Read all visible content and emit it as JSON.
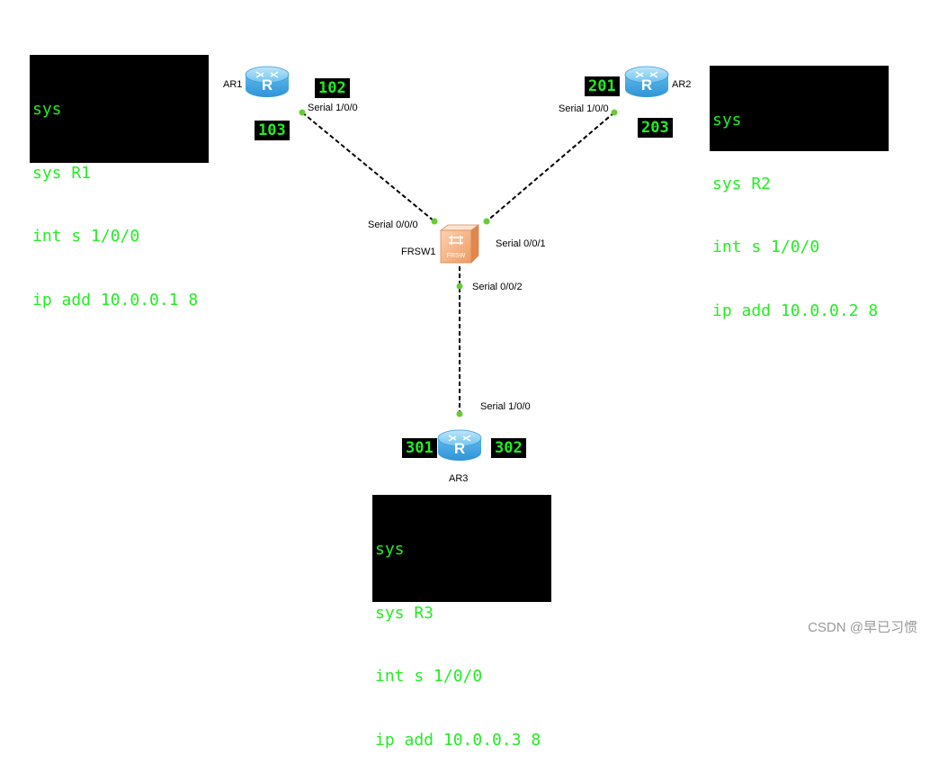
{
  "routers": [
    {
      "name": "AR1",
      "icon": "router-icon"
    },
    {
      "name": "AR2",
      "icon": "router-icon"
    },
    {
      "name": "AR3",
      "icon": "router-icon"
    }
  ],
  "frsw": {
    "name": "FRSW1",
    "icon": "frame-relay-switch-icon",
    "badge": "FRSW"
  },
  "router_glyph": "R",
  "ports": {
    "ar1": "Serial 1/0/0",
    "ar2": "Serial 1/0/0",
    "ar3": "Serial 1/0/0",
    "frsw_p0": "Serial 0/0/0",
    "frsw_p1": "Serial 0/0/1",
    "frsw_p2": "Serial 0/0/2"
  },
  "dlci": {
    "ar1_a": "102",
    "ar1_b": "103",
    "ar2_a": "201",
    "ar2_b": "203",
    "ar3_a": "301",
    "ar3_b": "302"
  },
  "terminals": {
    "r1": [
      "sys",
      "sys R1",
      "int s 1/0/0",
      "ip add 10.0.0.1 8"
    ],
    "r2": [
      "sys",
      "sys R2",
      "int s 1/0/0",
      "ip add 10.0.0.2 8"
    ],
    "r3": [
      "sys",
      "sys R3",
      "int s 1/0/0",
      "ip add 10.0.0.3 8"
    ]
  },
  "watermark": "CSDN @早已习惯",
  "colors": {
    "terminal_bg": "#000000",
    "terminal_text": "#22ee22",
    "link": "#000000",
    "port_dot": "#66cc33",
    "router": "#4fb3ea",
    "frsw": "#f0a070"
  }
}
